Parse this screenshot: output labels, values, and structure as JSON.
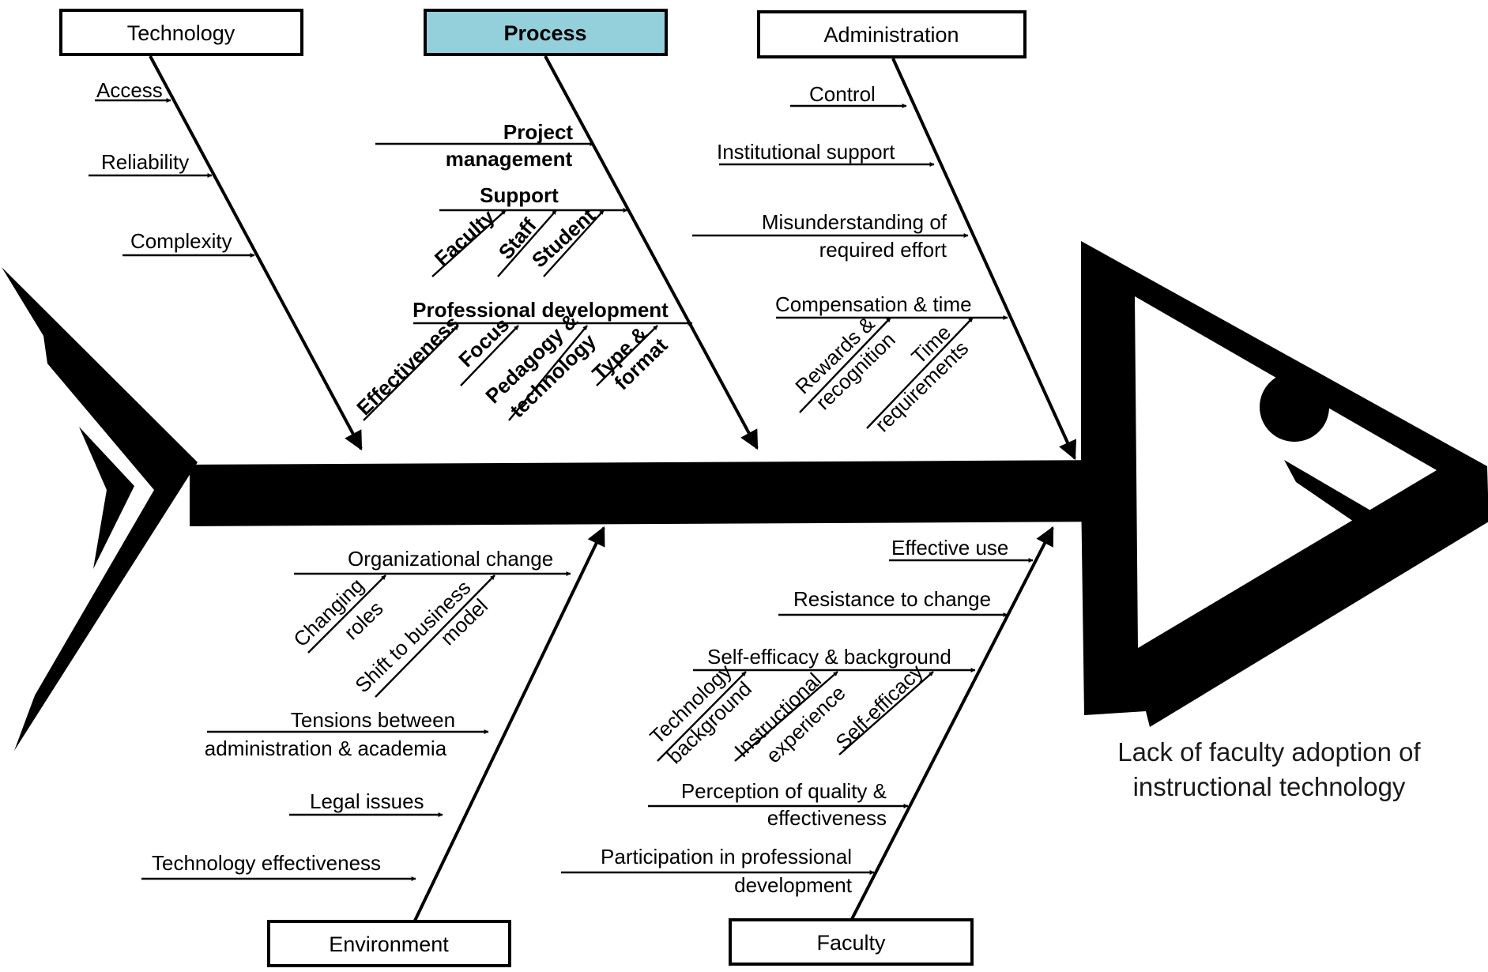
{
  "colors": {
    "ink": "#000000",
    "process_accent": "#2e8fa8",
    "process_box_fill": "#94cfdc",
    "background": "#ffffff"
  },
  "effect": {
    "line1": "Lack of faculty adoption of",
    "line2": "instructional technology"
  },
  "categories": {
    "technology": "Technology",
    "process": "Process",
    "administration": "Administration",
    "environment": "Environment",
    "faculty": "Faculty"
  },
  "technology": {
    "access": "Access",
    "reliability": "Reliability",
    "complexity": "Complexity"
  },
  "process": {
    "project_management": [
      "Project",
      "management"
    ],
    "support": "Support",
    "support_subs": [
      "Faculty",
      "Staff",
      "Student"
    ],
    "professional_development": "Professional development",
    "pd_subs": {
      "effectiveness": "Effectiveness",
      "focus": "Focus",
      "pedagogy": [
        "Pedagogy &",
        "technology"
      ],
      "type_format": [
        "Type &",
        "format"
      ]
    }
  },
  "administration": {
    "control": "Control",
    "institutional_support": "Institutional support",
    "misunderstanding": [
      "Misunderstanding of",
      "required effort"
    ],
    "compensation": "Compensation & time",
    "rewards": [
      "Rewards &",
      "recognition"
    ],
    "time_requirements": [
      "Time",
      "requirements"
    ]
  },
  "environment": {
    "organizational_change": "Organizational  change",
    "changing_roles": [
      "Changing",
      "roles"
    ],
    "shift_business": [
      "Shift to business",
      "model"
    ],
    "tensions": [
      "Tensions between",
      "administration & academia"
    ],
    "legal": "Legal issues",
    "tech_effectiveness": "Technology effectiveness"
  },
  "faculty": {
    "effective_use": "Effective use",
    "resistance": "Resistance to change",
    "self_efficacy_background": "Self-efficacy & background",
    "tech_background": [
      "Technology",
      "background"
    ],
    "instructional_experience": [
      "Instructional",
      "experience"
    ],
    "self_efficacy": "Self-efficacy",
    "perception": [
      "Perception of quality &",
      "effectiveness"
    ],
    "participation": [
      "Participation in professional",
      "development"
    ]
  }
}
